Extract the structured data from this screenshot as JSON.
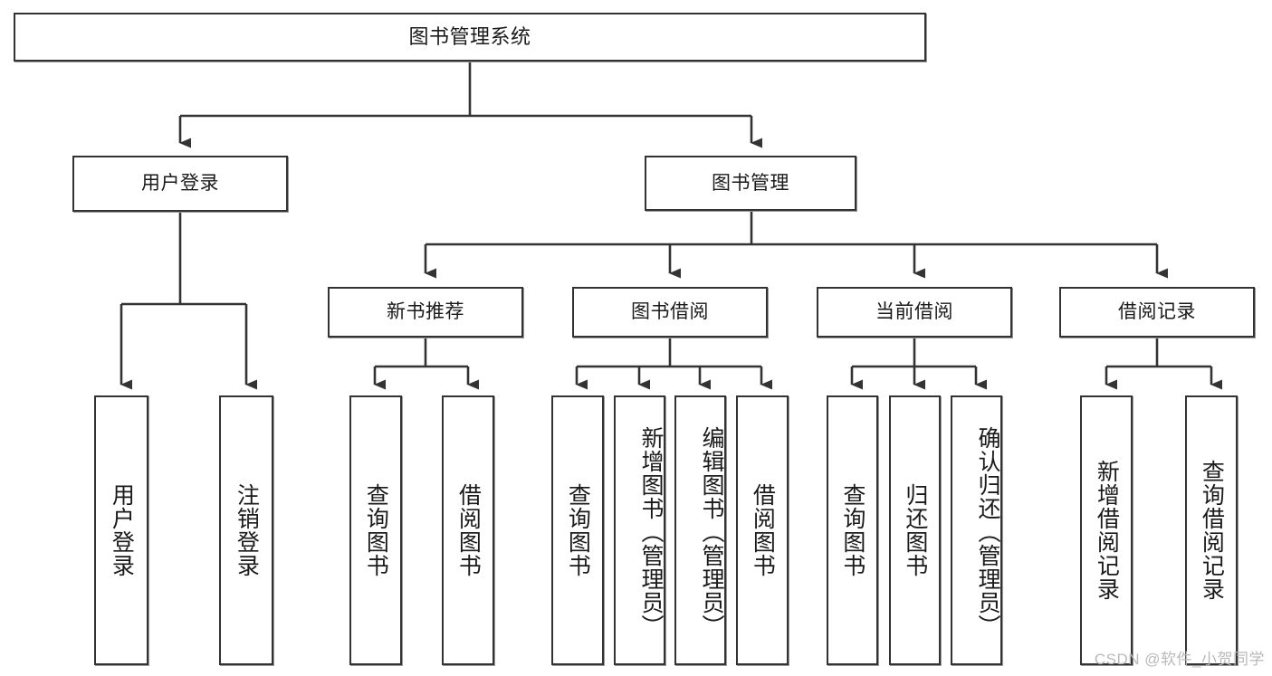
{
  "diagram": {
    "title_node": {
      "label": "图书管理系统"
    },
    "level1": [
      {
        "id": "user-login",
        "label": "用户登录"
      },
      {
        "id": "book-manage",
        "label": "图书管理"
      }
    ],
    "level2": [
      {
        "id": "new-book-recommend",
        "label": "新书推荐"
      },
      {
        "id": "book-borrow",
        "label": "图书借阅"
      },
      {
        "id": "current-borrow",
        "label": "当前借阅"
      },
      {
        "id": "borrow-record",
        "label": "借阅记录"
      }
    ],
    "leaves": [
      {
        "id": "leaf-user-login",
        "label": "用户登录"
      },
      {
        "id": "leaf-logout-login",
        "label": "注销登录"
      },
      {
        "id": "leaf-query-book-1",
        "label": "查询图书"
      },
      {
        "id": "leaf-borrow-book-1",
        "label": "借阅图书"
      },
      {
        "id": "leaf-query-book-2",
        "label": "查询图书"
      },
      {
        "id": "leaf-add-book-admin",
        "label": "新增图书（管理员）"
      },
      {
        "id": "leaf-edit-book-admin",
        "label": "编辑图书（管理员）"
      },
      {
        "id": "leaf-borrow-book-2",
        "label": "借阅图书"
      },
      {
        "id": "leaf-query-book-3",
        "label": "查询图书"
      },
      {
        "id": "leaf-return-book",
        "label": "归还图书"
      },
      {
        "id": "leaf-confirm-return-admin",
        "label": "确认归还（管理员）"
      },
      {
        "id": "leaf-add-borrow-record",
        "label": "新增借阅记录"
      },
      {
        "id": "leaf-query-borrow-record",
        "label": "查询借阅记录"
      }
    ]
  },
  "watermark": {
    "text": "CSDN @软件_小贺同学"
  },
  "colors": {
    "border": "#333333",
    "background": "#ffffff",
    "text": "#1a1a1a",
    "watermark": "#b9b9b9"
  }
}
